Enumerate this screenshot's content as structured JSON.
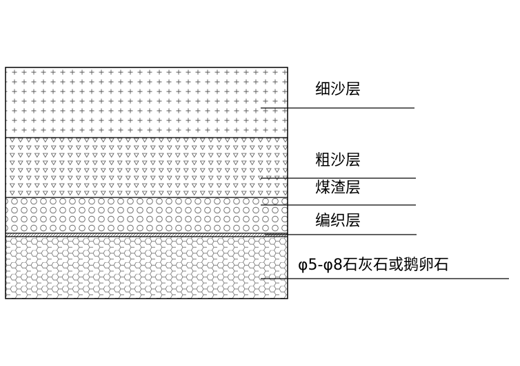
{
  "layers": [
    {
      "id": "fine-sand",
      "label": "细沙层"
    },
    {
      "id": "coarse-sand",
      "label": "粗沙层"
    },
    {
      "id": "cinder",
      "label": "煤渣层"
    },
    {
      "id": "woven",
      "label": "编织层"
    },
    {
      "id": "gravel",
      "label": "φ5-φ8石灰石或鹅卵石"
    }
  ],
  "colors": {
    "line": "#000000",
    "background": "#ffffff"
  }
}
